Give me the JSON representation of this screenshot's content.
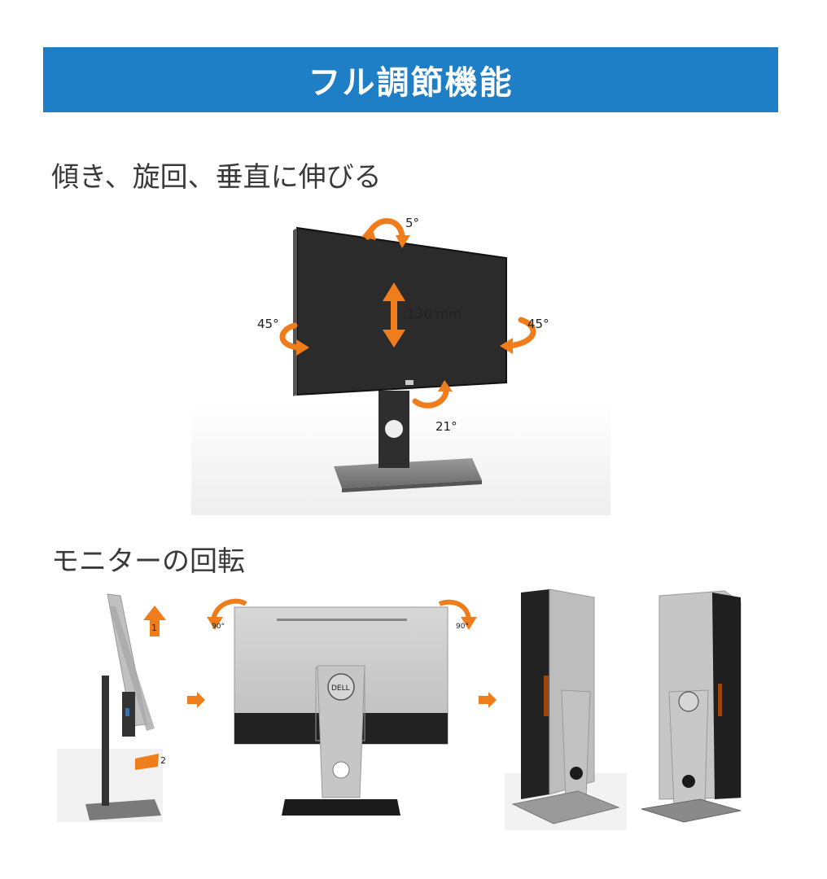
{
  "banner": {
    "title": "フル調節機能"
  },
  "section1": {
    "title": "傾き、旋回、垂直に伸びる",
    "tilt": "5°",
    "height": "130 mm",
    "swivel_left": "45°",
    "swivel_right": "45°",
    "stand_swivel": "21°"
  },
  "section2": {
    "title": "モニターの回転",
    "step1": "1",
    "step2": "2",
    "pivot_left": "90°",
    "pivot_right": "90°",
    "logo": "DELL"
  },
  "colors": {
    "banner": "#1e7ec6",
    "accent": "#f07d1c"
  }
}
